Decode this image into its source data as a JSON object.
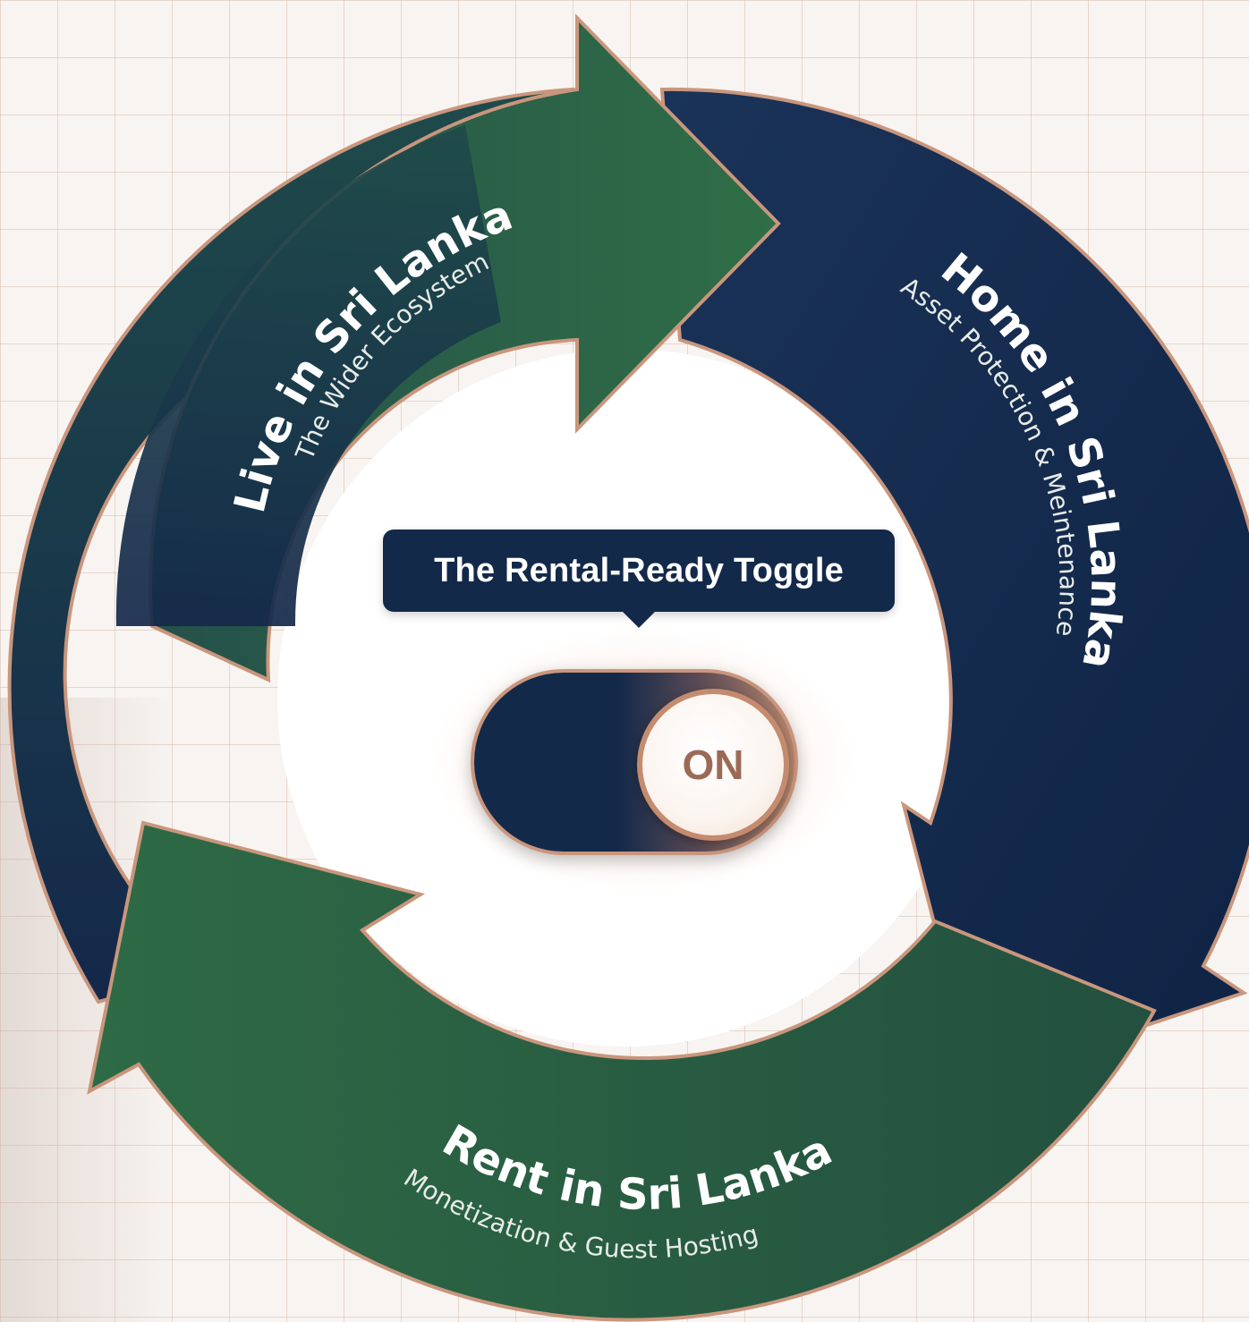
{
  "diagram": {
    "center_label": "The Rental-Ready Toggle",
    "toggle_state": "ON",
    "segments": [
      {
        "title": "Home in Sri Lanka",
        "subtitle": "Asset Protection & Meintenance",
        "color": "#13294a"
      },
      {
        "title": "Rent in Sri Lanka",
        "subtitle": "Monetization & Guest Hosting",
        "color": "#2f6b45"
      },
      {
        "title": "Live in Sri Lanka",
        "subtitle": "The Wider Ecosystem",
        "color": "#1e4248"
      }
    ],
    "colors": {
      "navy": "#13294a",
      "green": "#2f6b45",
      "copper_border": "#c9967d",
      "background": "#f8f4f1"
    }
  }
}
